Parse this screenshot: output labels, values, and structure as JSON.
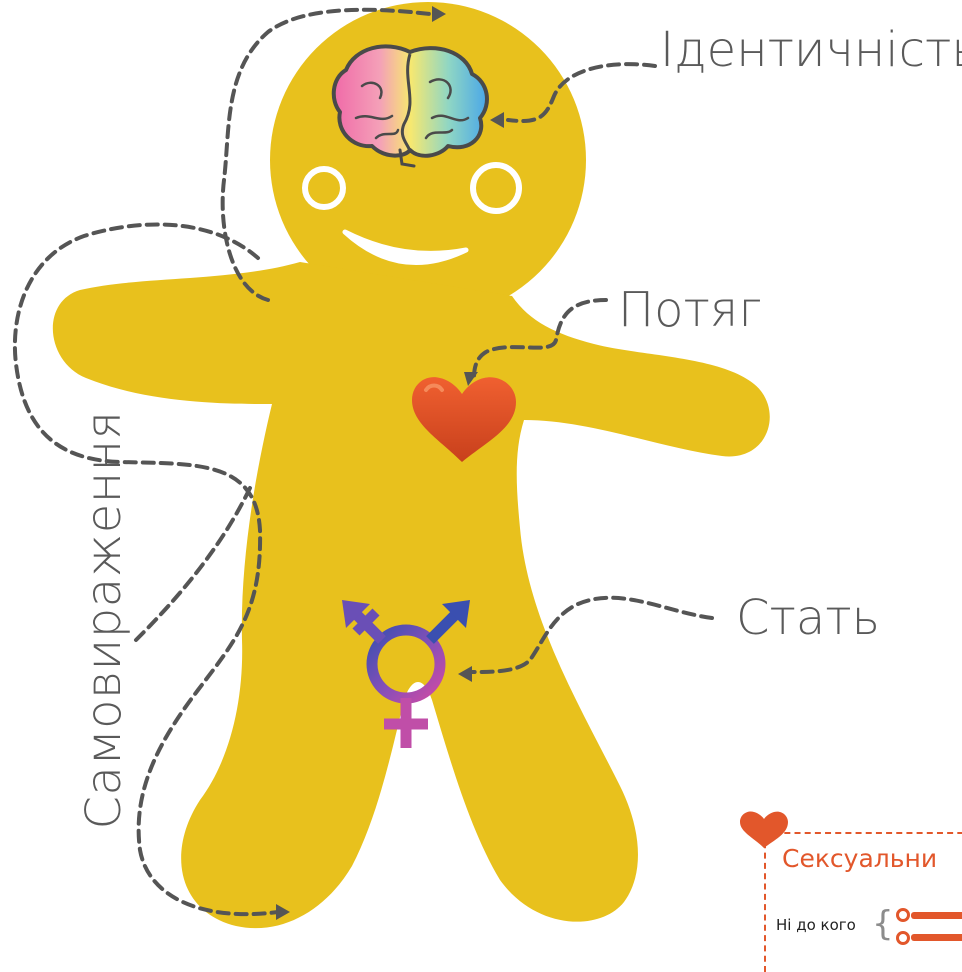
{
  "labels": {
    "identity": "Ідентичність",
    "attraction": "Потяг",
    "sex": "Стать",
    "expression": "Самовираження"
  },
  "callout": {
    "title": "Сексуальни",
    "first_item": "Ні до кого"
  },
  "colors": {
    "body": "#e8c11d",
    "arrow": "#555555",
    "text": "#5a5a5a",
    "accent": "#e2572b",
    "heart": "#d94b20",
    "symbol_blue": "#2b4aa8",
    "symbol_pink": "#c04ea8"
  },
  "icons": {
    "head": "brain-icon",
    "chest": "heart-icon",
    "groin": "transgender-symbol-icon"
  }
}
